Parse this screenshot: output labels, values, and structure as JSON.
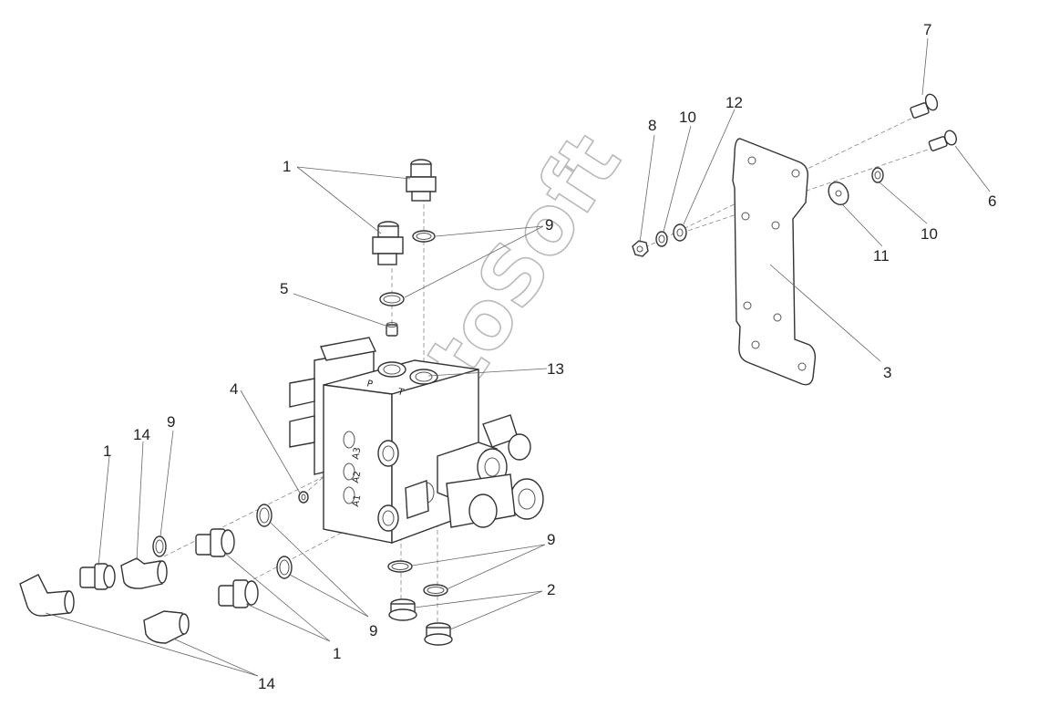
{
  "diagram": {
    "watermark": "AutoSoft",
    "port_labels": [
      "P",
      "T",
      "A1",
      "A2",
      "A3"
    ],
    "callouts": [
      {
        "id": "c1-top",
        "text": "1"
      },
      {
        "id": "c1-left",
        "text": "1"
      },
      {
        "id": "c1-bottom",
        "text": "1"
      },
      {
        "id": "c2",
        "text": "2"
      },
      {
        "id": "c3",
        "text": "3"
      },
      {
        "id": "c4",
        "text": "4"
      },
      {
        "id": "c5",
        "text": "5"
      },
      {
        "id": "c6",
        "text": "6"
      },
      {
        "id": "c7",
        "text": "7"
      },
      {
        "id": "c8",
        "text": "8"
      },
      {
        "id": "c9-top",
        "text": "9"
      },
      {
        "id": "c9-left",
        "text": "9"
      },
      {
        "id": "c9-mid",
        "text": "9"
      },
      {
        "id": "c9-right",
        "text": "9"
      },
      {
        "id": "c10-left",
        "text": "10"
      },
      {
        "id": "c10-right",
        "text": "10"
      },
      {
        "id": "c11",
        "text": "11"
      },
      {
        "id": "c12",
        "text": "12"
      },
      {
        "id": "c13",
        "text": "13"
      },
      {
        "id": "c14-left",
        "text": "14"
      },
      {
        "id": "c14-bottom",
        "text": "14"
      }
    ]
  }
}
